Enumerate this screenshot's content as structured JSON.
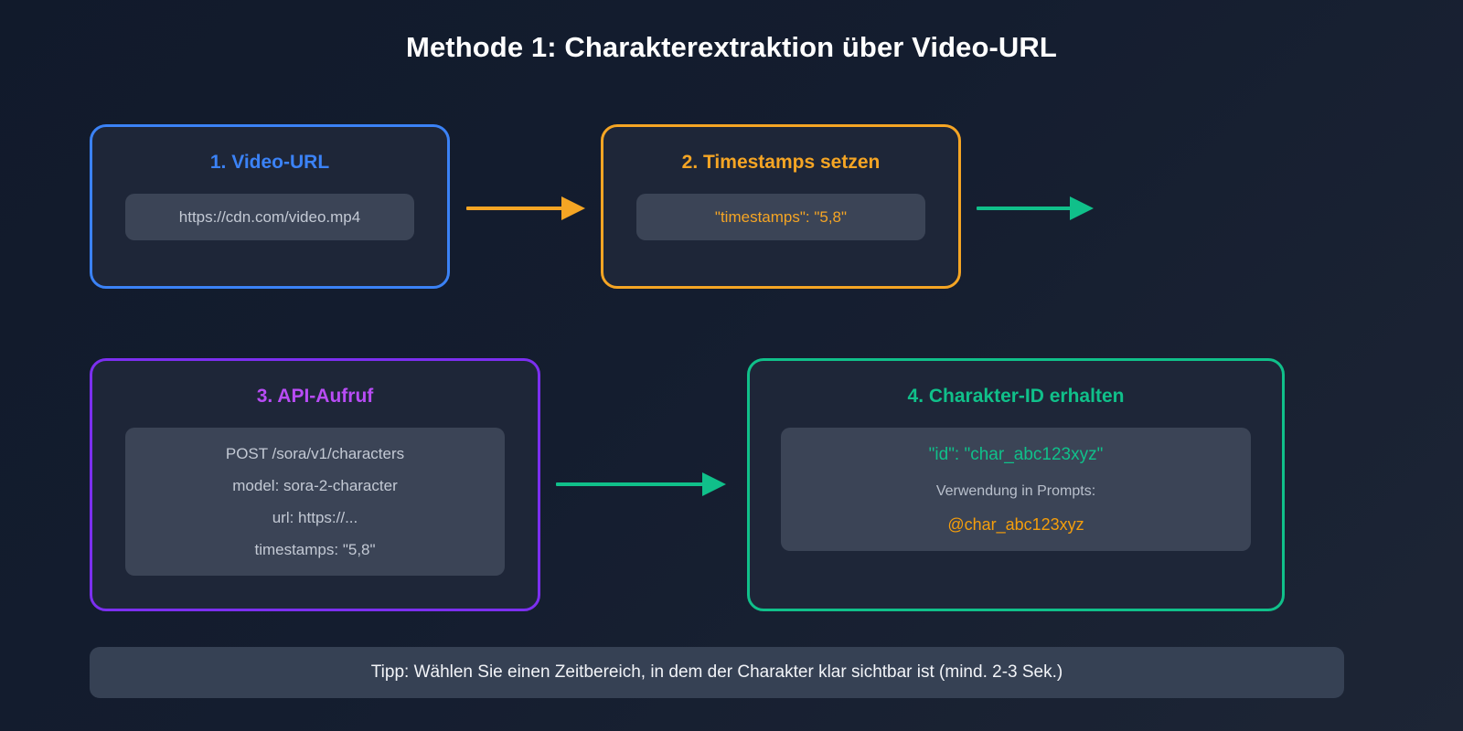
{
  "page": {
    "title": "Methode 1: Charakterextraktion über Video-URL",
    "background_color": "#121a2c"
  },
  "cards": [
    {
      "id": "video-url",
      "title": "1. Video-URL",
      "accent_color": "#3b82f6",
      "lines": [
        "https://cdn.com/video.mp4"
      ]
    },
    {
      "id": "timestamps",
      "title": "2. Timestamps setzen",
      "accent_color": "#f5a524",
      "lines": [
        "\"timestamps\": \"5,8\""
      ]
    },
    {
      "id": "api-call",
      "title": "3. API-Aufruf",
      "accent_color": "#7c2ff0",
      "title_color": "#b84cf5",
      "lines": [
        "POST /sora/v1/characters",
        "model: sora-2-character",
        "url: https://...",
        "timestamps: \"5,8\""
      ]
    },
    {
      "id": "character-id",
      "title": "4. Charakter-ID erhalten",
      "accent_color": "#10c08a",
      "result_id": "\"id\": \"char_abc123xyz\"",
      "usage_label": "Verwendung in Prompts:",
      "mention": "@char_abc123xyz"
    }
  ],
  "arrows": [
    {
      "id": "arrow-url-to-timestamps",
      "color": "#f5a524"
    },
    {
      "id": "arrow-timestamps-out",
      "color": "#10c08a"
    },
    {
      "id": "arrow-api-to-id",
      "color": "#10c08a"
    }
  ],
  "tip": {
    "text": "Tipp: Wählen Sie einen Zeitbereich, in dem der Charakter klar sichtbar ist (mind. 2-3 Sek.)"
  }
}
